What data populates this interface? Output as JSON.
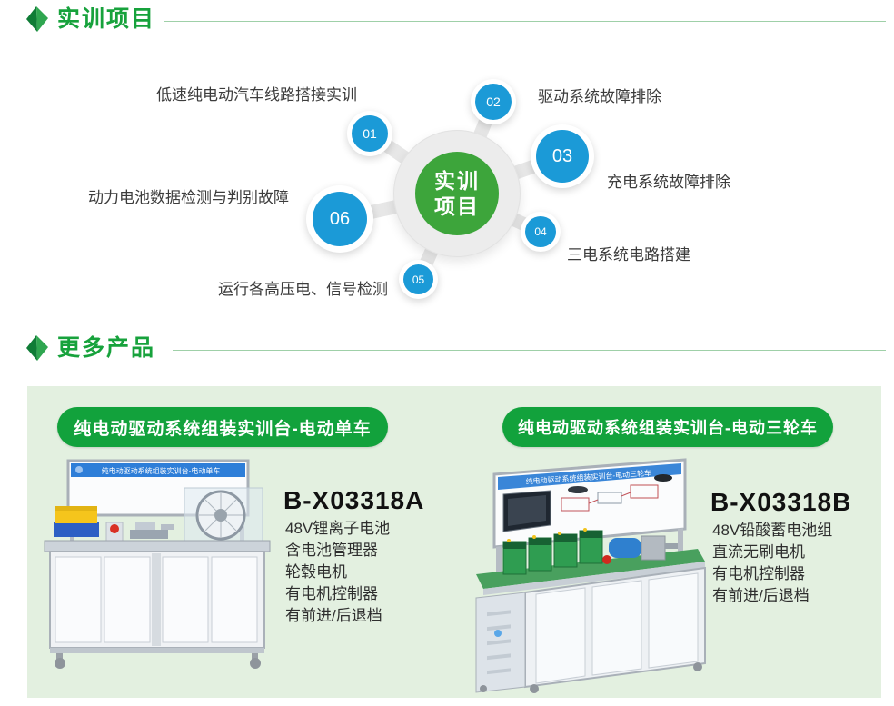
{
  "section_training": {
    "title": "实训项目",
    "center_line1": "实训",
    "center_line2": "项目",
    "items": [
      {
        "num": "01",
        "label": "低速纯电动汽车线路搭接实训"
      },
      {
        "num": "02",
        "label": "驱动系统故障排除"
      },
      {
        "num": "03",
        "label": "充电系统故障排除"
      },
      {
        "num": "04",
        "label": "三电系统电路搭建"
      },
      {
        "num": "05",
        "label": "运行各高压电、信号检测"
      },
      {
        "num": "06",
        "label": "动力电池数据检测与判别故障"
      }
    ]
  },
  "section_products": {
    "title": "更多产品",
    "products": [
      {
        "banner": "纯电动驱动系统组装实训台-电动单车",
        "model": "B-X03318A",
        "specs": [
          "48V锂离子电池",
          "含电池管理器",
          "轮毂电机",
          "有电机控制器",
          "有前进/后退档"
        ]
      },
      {
        "banner": "纯电动驱动系统组装实训台-电动三轮车",
        "model": "B-X03318B",
        "specs": [
          "48V铅酸蓄电池组",
          "直流无刷电机",
          "有电机控制器",
          "有前进/后退档"
        ]
      }
    ]
  },
  "colors": {
    "accent_green": "#12a23c",
    "bubble_blue": "#1b9ad7",
    "panel_green": "#e3f0e0",
    "center_green": "#3da53b"
  }
}
